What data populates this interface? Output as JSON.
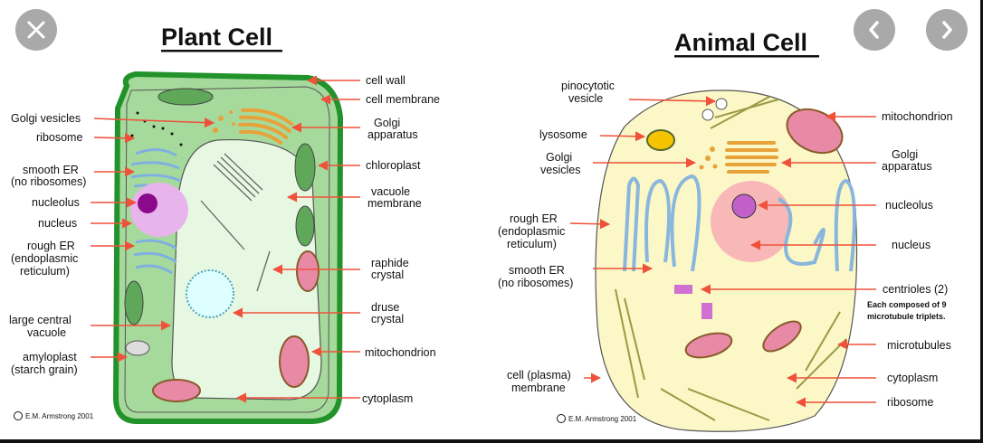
{
  "viewer": {
    "close_icon": "close-icon",
    "prev_icon": "chevron-left-icon",
    "next_icon": "chevron-right-icon"
  },
  "plant": {
    "title": "Plant Cell",
    "copyright": "E.M. Armstrong 2001",
    "labels": {
      "golgi_vesicles": "Golgi vesicles",
      "ribosome": "ribosome",
      "smooth_er_1": "smooth ER",
      "smooth_er_2": "(no ribosomes)",
      "nucleolus": "nucleolus",
      "nucleus": "nucleus",
      "rough_er_1": "rough ER",
      "rough_er_2": "(endoplasmic",
      "rough_er_3": "reticulum)",
      "vacuole_1": "large central",
      "vacuole_2": "vacuole",
      "amyloplast_1": "amyloplast",
      "amyloplast_2": "(starch grain)",
      "cell_wall": "cell wall",
      "cell_membrane": "cell membrane",
      "golgi_1": "Golgi",
      "golgi_2": "apparatus",
      "chloroplast": "chloroplast",
      "vac_membrane_1": "vacuole",
      "vac_membrane_2": "membrane",
      "raphide_1": "raphide",
      "raphide_2": "crystal",
      "druse_1": "druse",
      "druse_2": "crystal",
      "mitochondrion": "mitochondrion",
      "cytoplasm": "cytoplasm"
    }
  },
  "animal": {
    "title": "Animal Cell",
    "copyright": "E.M. Armstrong 2001",
    "labels": {
      "pino_1": "pinocytotic",
      "pino_2": "vesicle",
      "lysosome": "lysosome",
      "golgi_ves_1": "Golgi",
      "golgi_ves_2": "vesicles",
      "rough_er_1": "rough ER",
      "rough_er_2": "(endoplasmic",
      "rough_er_3": "reticulum)",
      "smooth_er_1": "smooth ER",
      "smooth_er_2": "(no ribosomes)",
      "membrane_1": "cell (plasma)",
      "membrane_2": "membrane",
      "mitochondrion": "mitochondrion",
      "golgi_1": "Golgi",
      "golgi_2": "apparatus",
      "nucleolus": "nucleolus",
      "nucleus": "nucleus",
      "centrioles": "centrioles (2)",
      "centrioles_note_1": "Each composed of 9",
      "centrioles_note_2": "microtubule triplets.",
      "microtubules": "microtubules",
      "cytoplasm": "cytoplasm",
      "ribosome": "ribosome"
    }
  },
  "colors": {
    "arrow": "#f0513a",
    "plant_wall": "#22922a",
    "plant_cytoplasm": "#a6da9c",
    "vacuole": "#e6f8e2",
    "animal_cytoplasm": "#fbf7c6",
    "nav_button": "#a9a9a9"
  }
}
